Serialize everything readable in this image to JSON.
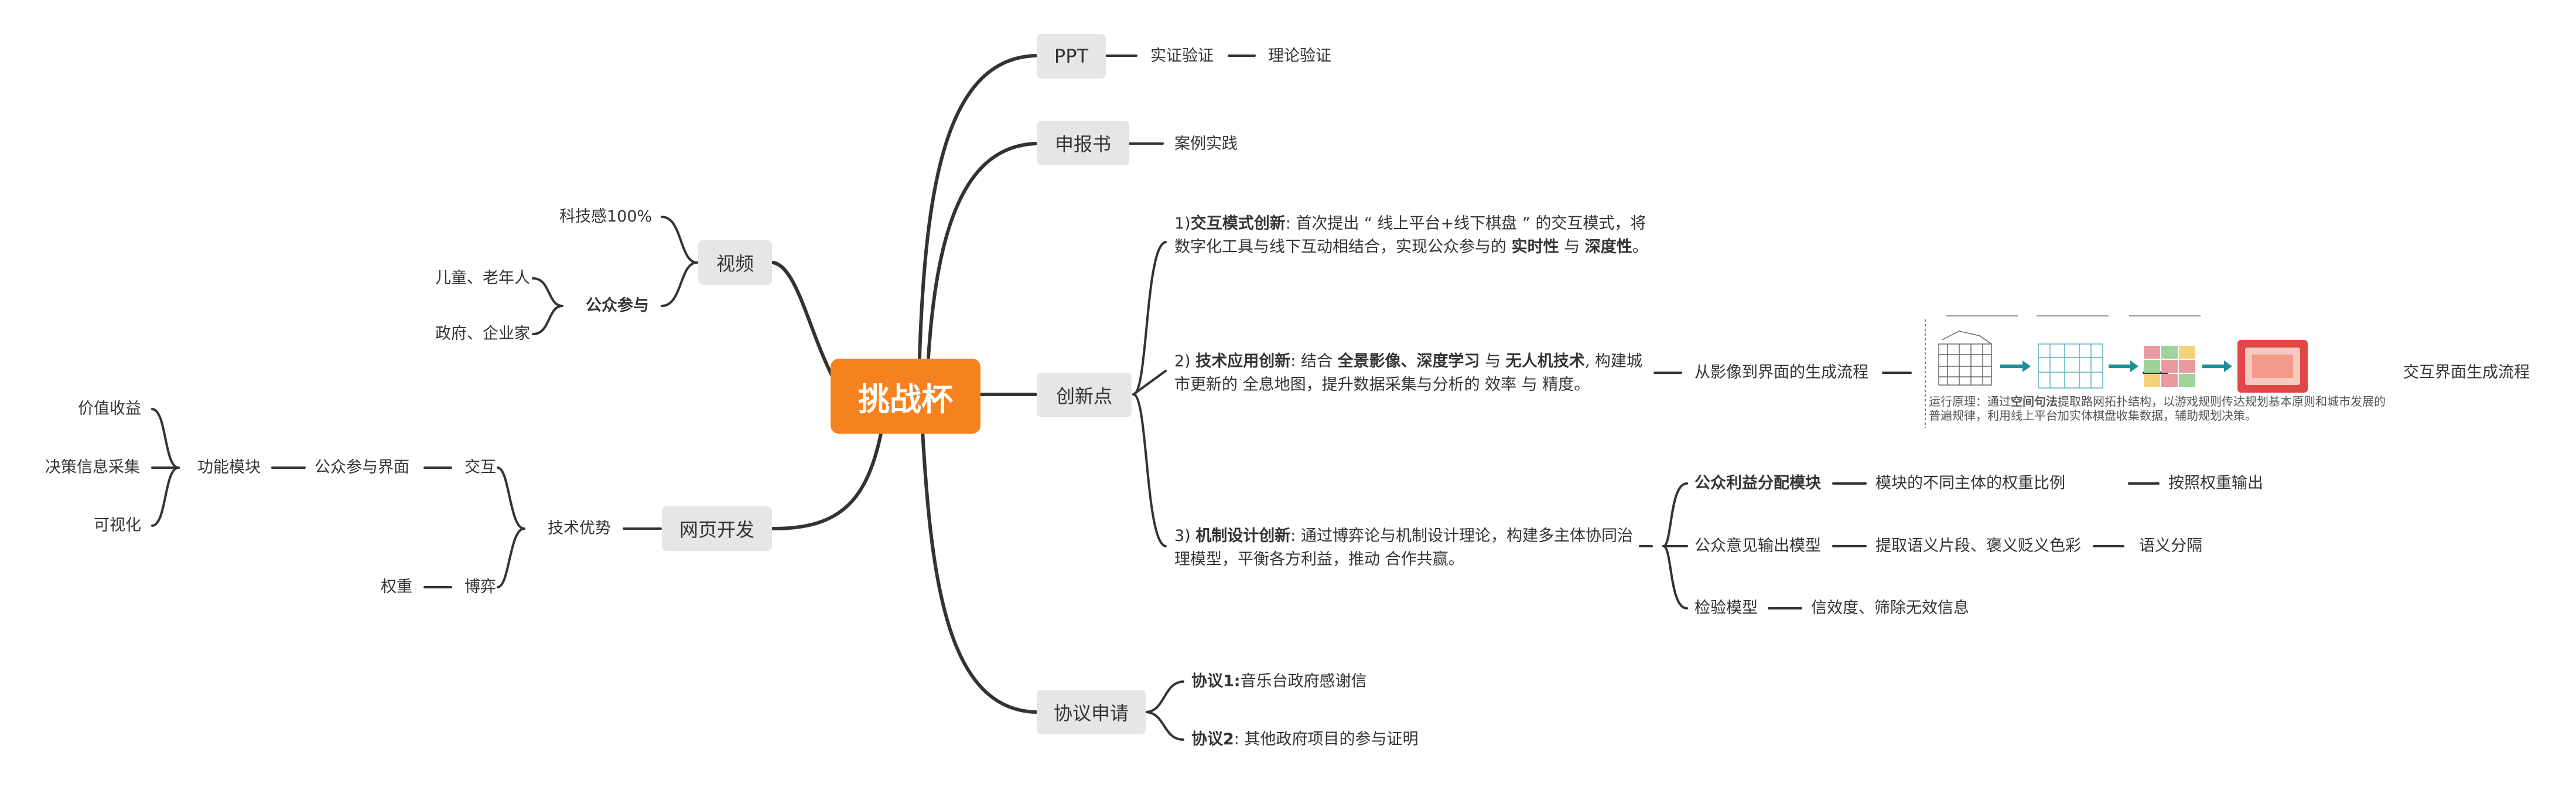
{
  "root": "挑战杯",
  "left": {
    "video": {
      "label": "视频",
      "tech": "科技感100%",
      "public_participation": "公众参与",
      "kids_elderly": "儿童、老年人",
      "gov_business": "政府、企业家"
    },
    "web": {
      "label": "网页开发",
      "tech_advantage": "技术优势",
      "interaction": "交互",
      "game": "博弈",
      "weight": "权重",
      "public_ui": "公众参与界面",
      "func_module": "功能模块",
      "value_gain": "价值收益",
      "decision_collect": "决策信息采集",
      "visualization": "可视化"
    }
  },
  "right": {
    "ppt": {
      "label": "PPT",
      "empirical": "实证验证",
      "theory": "理论验证"
    },
    "application": {
      "label": "申报书",
      "case": "案例实践"
    },
    "innovation": {
      "label": "创新点",
      "item1": {
        "prefix": "1)",
        "bold": "交互模式创新",
        "text": ": 首次提出 “ 线上平台+线下棋盘 ” 的交互模式，将数字化工具与线下互动相结合，实现公众参与的 ",
        "bold2": "实时性",
        "mid": " 与 ",
        "bold3": "深度性",
        "end": "。"
      },
      "item2": {
        "prefix": "2) ",
        "bold": "技术应用创新",
        "text1": ": 结合 ",
        "bold2": "全景影像、深度学习",
        "text2": " 与 ",
        "bold3": "无人机技术",
        "text3": ", 构建城市更新的 全息地图，提升数据采集与分析的 效率 与 精度。"
      },
      "item3": {
        "prefix": "3) ",
        "bold": "机制设计创新",
        "text": ": 通过博弈论与机制设计理论，构建多主体协同治理模型，平衡各方利益，推动 合作共赢。"
      },
      "flow_label": "从影像到界面的生成流程",
      "flow_result": "交互界面生成流程",
      "figure_caption_pre": "运行原理：通过",
      "figure_caption_bold": "空间句法",
      "figure_caption_post": "提取路网拓扑结构，以游戏规则传达规划基本原则和城市发展的普遍规律，利用线上平台加实体棋盘收集数据，辅助规划决策。",
      "mod1": "公众利益分配模块",
      "mod1_a": "模块的不同主体的权重比例",
      "mod1_b": "按照权重输出",
      "mod2": "公众意见输出模型",
      "mod2_a": "提取语义片段、褒义贬义色彩",
      "mod2_b": "语义分隔",
      "mod3": "检验模型",
      "mod3_a": "信效度、筛除无效信息"
    },
    "agreement": {
      "label": "协议申请",
      "a1_bold": "协议1:",
      "a1_text": "音乐台政府感谢信",
      "a2_bold": "协议2",
      "a2_text": ":  其他政府项目的参与证明"
    }
  },
  "colors": {
    "root": "#f5821f",
    "pill": "#e6e6e6",
    "line": "#333333"
  }
}
